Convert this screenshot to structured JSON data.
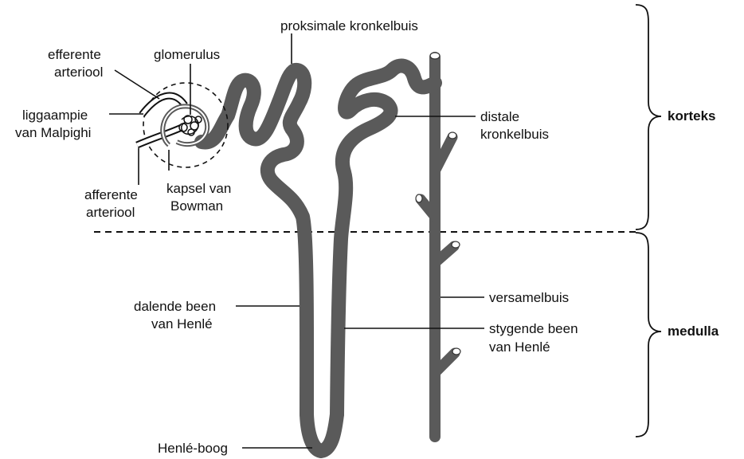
{
  "labels": {
    "proksimale": "proksimale kronkelbuis",
    "efferente_1": "efferente",
    "efferente_2": "arteriool",
    "glomerulus": "glomerulus",
    "liggaampie_1": "liggaampie",
    "liggaampie_2": "van Malpighi",
    "afferente_1": "afferente",
    "afferente_2": "arteriool",
    "kapsel_1": "kapsel  van",
    "kapsel_2": "Bowman",
    "distale_1": "distale",
    "distale_2": "kronkelbuis",
    "versamelbuis": "versamelbuis",
    "dalende_1": "dalende been",
    "dalende_2": "van Henlé",
    "stygende_1": "stygende been",
    "stygende_2": "van Henlé",
    "henle_boog": "Henlé-boog",
    "korteks": "korteks",
    "medulla": "medulla"
  },
  "colors": {
    "tube": "#5a5a5a",
    "line": "#111111",
    "background": "#ffffff"
  }
}
